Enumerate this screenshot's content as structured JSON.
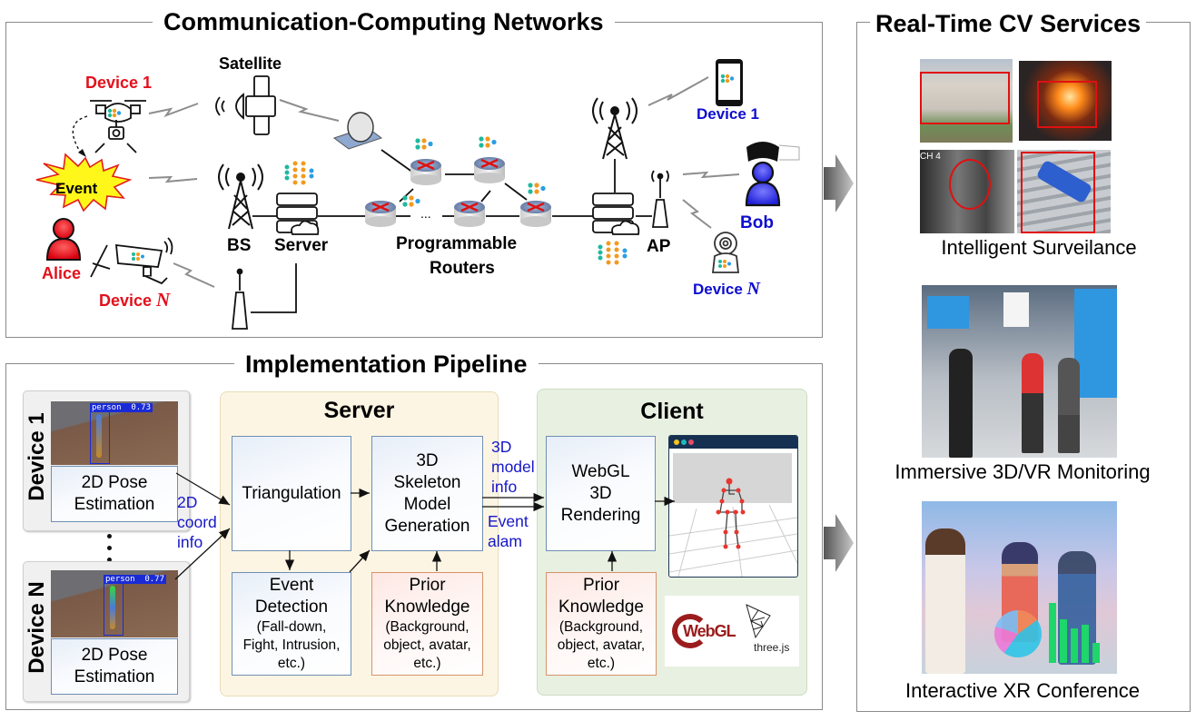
{
  "panels": {
    "networks": {
      "title": "Communication-Computing Networks"
    },
    "pipeline": {
      "title": "Implementation Pipeline"
    },
    "services": {
      "title": "Real-Time CV Services"
    }
  },
  "network": {
    "left_devices": {
      "device1": "Device 1",
      "deviceN_prefix": "Device ",
      "deviceN_var": "N",
      "event": "Event",
      "alice": "Alice"
    },
    "infrastructure": {
      "satellite": "Satellite",
      "bs": "BS",
      "server": "Server",
      "routers_line1": "Programmable",
      "routers_line2": "Routers",
      "ellipsis": "...",
      "ap": "AP"
    },
    "right_devices": {
      "device1": "Device 1",
      "bob": "Bob",
      "deviceN_prefix": "Device ",
      "deviceN_var": "N"
    },
    "colors": {
      "left_user": "#e3101b",
      "right_user": "#0d0dd0"
    }
  },
  "pipeline": {
    "devices": [
      {
        "label": "Device 1",
        "detection": "person  0.73",
        "task_line1": "2D Pose",
        "task_line2": "Estimation"
      },
      {
        "label": "Device N",
        "detection": "person  0.77",
        "task_line1": "2D Pose",
        "task_line2": "Estimation"
      }
    ],
    "vertical_dots": "•\n•\n•",
    "note_2d": [
      "2D",
      "coord",
      "info"
    ],
    "server": {
      "title": "Server",
      "triangulation": "Triangulation",
      "skeleton": [
        "3D",
        "Skeleton",
        "Model",
        "Generation"
      ],
      "event_detection": {
        "title": [
          "Event",
          "Detection"
        ],
        "detail": [
          "(Fall-down,",
          "Fight, Intrusion,",
          "etc.)"
        ]
      },
      "prior_knowledge": {
        "title": [
          "Prior",
          "Knowledge"
        ],
        "detail": [
          "(Background,",
          "object, avatar,",
          "etc.)"
        ]
      }
    },
    "note_3d": [
      "3D",
      "model",
      "info"
    ],
    "note_event": [
      "Event",
      "alam"
    ],
    "client": {
      "title": "Client",
      "rendering": [
        "WebGL",
        "3D",
        "Rendering"
      ],
      "prior_knowledge": {
        "title": [
          "Prior",
          "Knowledge"
        ],
        "detail": [
          "(Background,",
          "object, avatar,",
          "etc.)"
        ]
      },
      "logos": {
        "webgl": "WebGL",
        "threejs": "three.js"
      }
    },
    "colors": {
      "server_bg": "#fdf5e3",
      "client_bg": "#e8f1e1",
      "note": "#1616c8"
    }
  },
  "services": [
    {
      "caption": "Intelligent Surveilance",
      "thumb_labels": {
        "cctv": "CH 4"
      }
    },
    {
      "caption": "Immersive 3D/VR Monitoring"
    },
    {
      "caption": "Interactive XR Conference"
    }
  ]
}
